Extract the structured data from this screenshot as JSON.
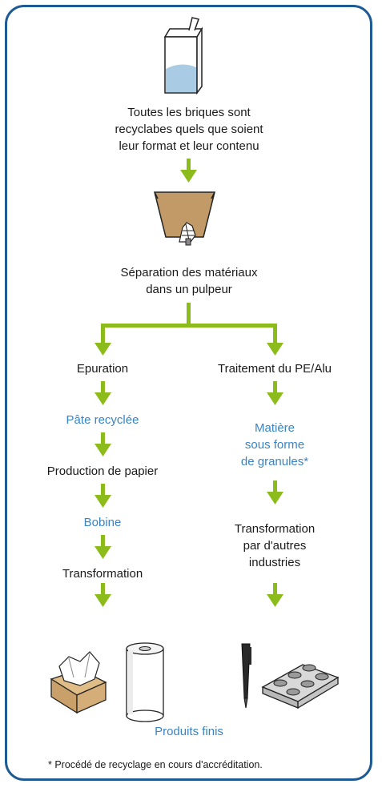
{
  "colors": {
    "frame": "#1e5b94",
    "arrow": "#8cbc1c",
    "accent_text": "#3a84c4"
  },
  "steps": {
    "intro": "Toutes les briques sont\nrecyclabes quels que soient\nleur format et leur contenu",
    "separation": "Séparation des matériaux\ndans un pulpeur",
    "epuration": "Epuration",
    "pate": "Pâte recyclée",
    "production": "Production de papier",
    "bobine": "Bobine",
    "transformation": "Transformation",
    "traitement": "Traitement du PE/Alu",
    "matiere": "Matière\nsous forme\nde granules*",
    "transformation_ext": "Transformation\npar d'autres\nindustries",
    "produits": "Produits finis"
  },
  "footnote": "* Procédé de recyclage en cours d'accréditation.",
  "icons": [
    "milk-carton-icon",
    "pulper-icon",
    "tissue-box-icon",
    "paper-roll-icon",
    "pen-icon",
    "muffin-tray-icon"
  ]
}
